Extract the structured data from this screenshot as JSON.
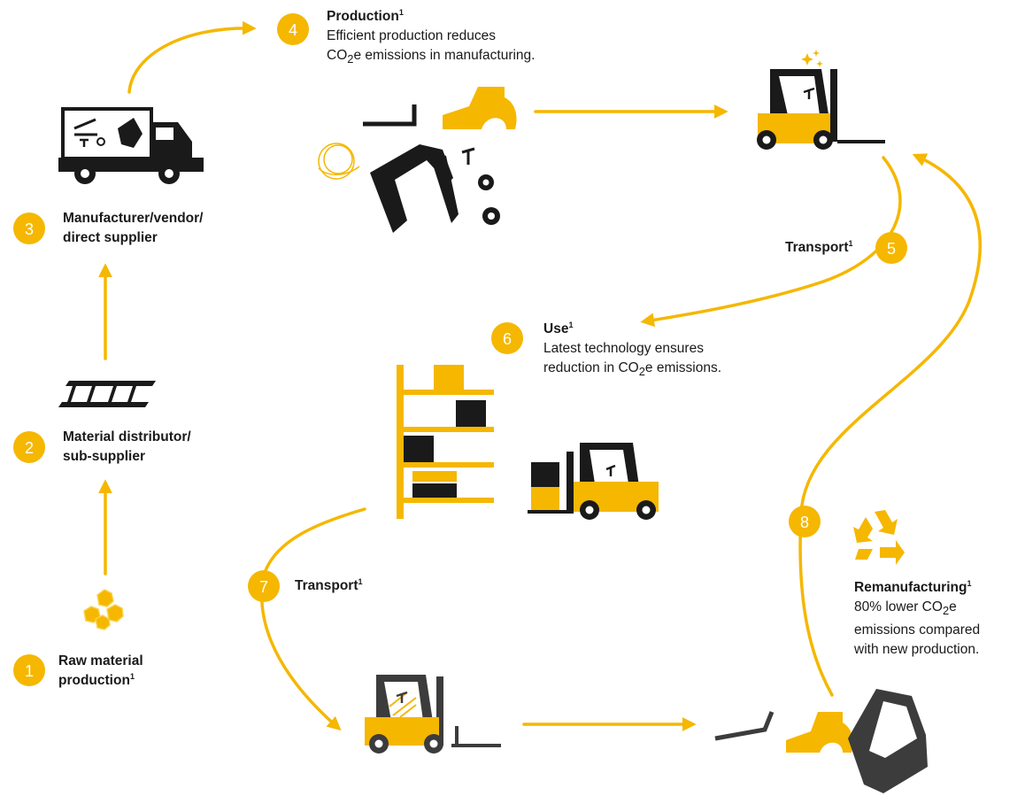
{
  "colors": {
    "accent": "#f5b700",
    "dark": "#1a1a1a",
    "grey": "#3c3c3c"
  },
  "steps": [
    {
      "n": "1",
      "title": "Raw material",
      "title2": "production",
      "sup": "1"
    },
    {
      "n": "2",
      "title": "Material distributor/",
      "title2": "sub-supplier"
    },
    {
      "n": "3",
      "title": "Manufacturer/vendor/",
      "title2": "direct supplier"
    },
    {
      "n": "4",
      "title": "Production",
      "sup": "1",
      "desc1": "Efficient production reduces",
      "desc2_pre": "CO",
      "desc2_sub": "2",
      "desc2_post": "e emissions in manufacturing."
    },
    {
      "n": "5",
      "title": "Transport",
      "sup": "1"
    },
    {
      "n": "6",
      "title": "Use",
      "sup": "1",
      "desc1": "Latest technology ensures",
      "desc2_pre": "reduction in CO",
      "desc2_sub": "2",
      "desc2_post": "e emissions."
    },
    {
      "n": "7",
      "title": "Transport",
      "sup": "1"
    },
    {
      "n": "8",
      "title": "Remanufacturing",
      "sup": "1",
      "desc1_pre": "80% lower CO",
      "desc1_sub": "2",
      "desc1_post": "e",
      "desc2": "emissions compared",
      "desc3": "with new production."
    }
  ],
  "icons": [
    "ore-nuggets-icon",
    "steel-beams-icon",
    "delivery-truck-icon",
    "forklift-parts-icon",
    "new-forklift-icon",
    "warehouse-shelf-icon",
    "forklift-with-load-icon",
    "recycling-icon",
    "used-forklift-icon",
    "remanufactured-parts-icon"
  ]
}
